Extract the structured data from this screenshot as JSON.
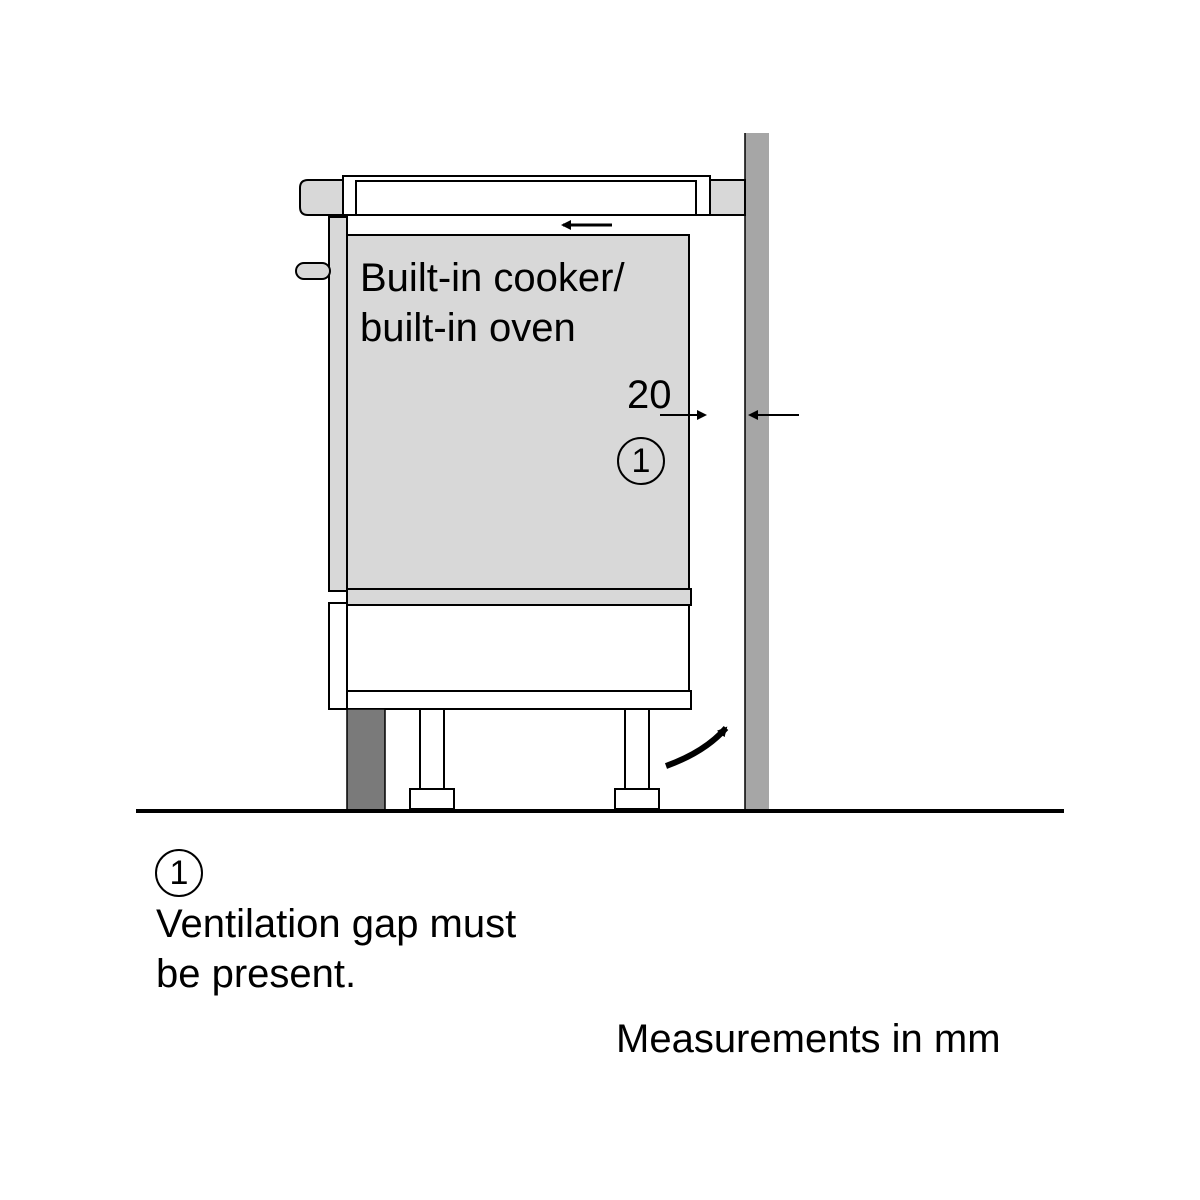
{
  "diagram": {
    "oven_label": {
      "line1": "Built-in cooker/",
      "line2": "built-in oven"
    },
    "gap_dimension": "20",
    "callout_number": "1",
    "legend": {
      "number": "1",
      "line1": "Ventilation gap must",
      "line2": "be present."
    },
    "units_note": "Measurements in mm"
  },
  "colors": {
    "appliance_fill": "#d8d8d8",
    "wall_fill": "#a6a6a6",
    "plinth_fill": "#7a7a7a",
    "line": "#000000",
    "background": "#ffffff"
  }
}
